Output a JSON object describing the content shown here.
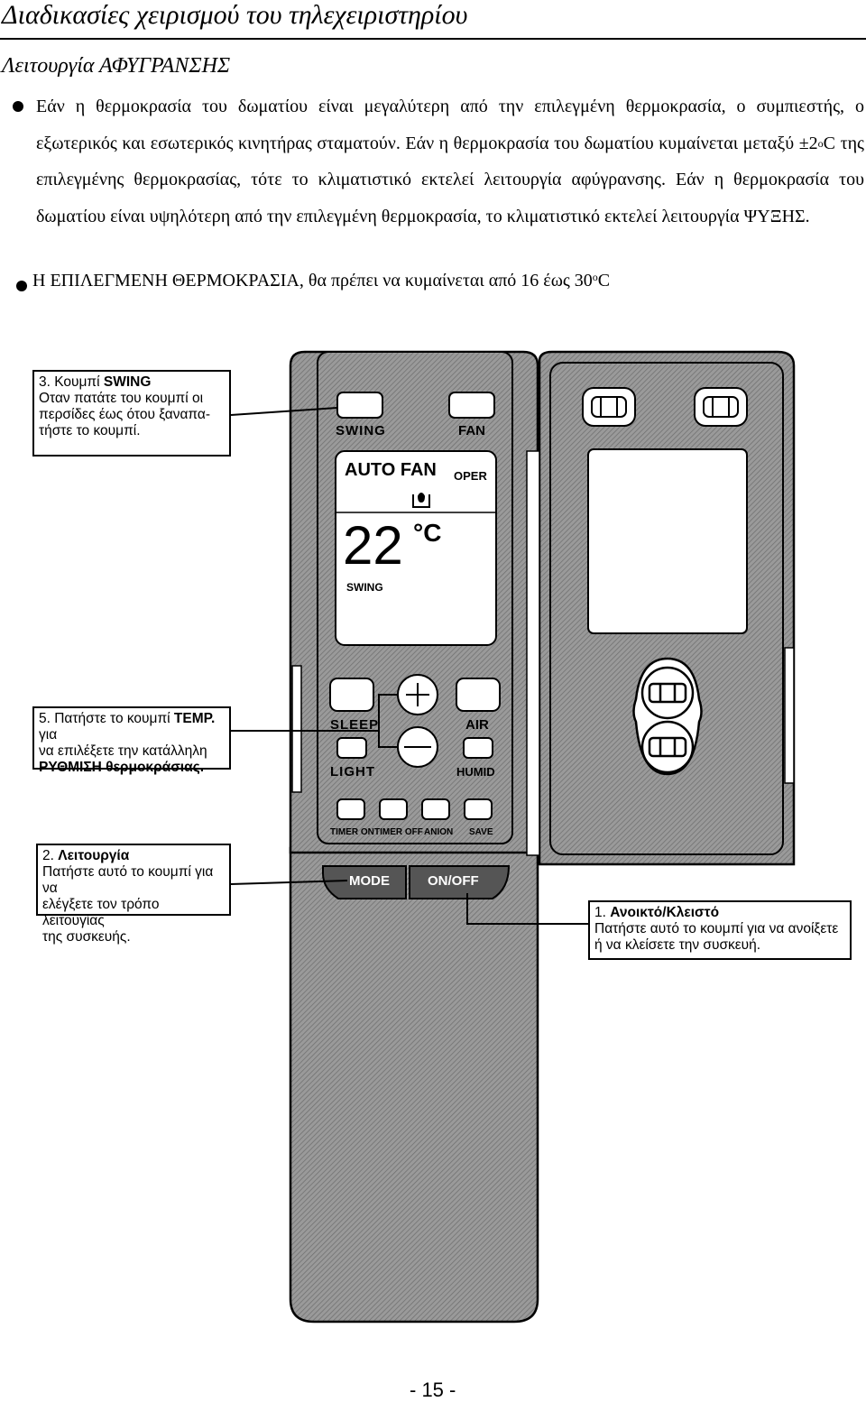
{
  "page": {
    "title": "Διαδικασίες χειρισμού του τηλεχειριστηρίου",
    "section_title": "Λειτουργία ΑΦΥΓΡΑΝΣΗΣ",
    "paragraph1_a": "Εάν η θερμοκρασία του δωματίου είναι μεγαλύτερη από την επιλεγμένη θερμοκρασία, ο συμπιεστής, ο εξωτερικός και εσωτερικός κινητήρας σταματούν. Εάν η θερμοκρασία του δωματίου κυμαίνεται μεταξύ ±2",
    "paragraph1_sup": "ο",
    "paragraph1_b": "C της επιλεγμένης θερμοκρασίας, τότε το κλιματιστικό εκτελεί λειτουργία αφύγρανσης. Εάν η θερμοκρασία του δωματίου είναι υψηλότερη από την επιλεγμένη θερμοκρασία, το κλιματιστικό εκτελεί λειτουργία ΨΥΞΗΣ.",
    "paragraph2_a": "Η ΕΠΙΛΕΓΜΕΝΗ ΘΕΡΜΟΚΡΑΣΙΑ, θα πρέπει να κυμαίνεται από 16 έως 30",
    "paragraph2_sup": "ο",
    "paragraph2_b": "C",
    "page_number": "- 15 -"
  },
  "remote": {
    "swing_label": "SWING",
    "fan_label": "FAN",
    "display_mode": "AUTO FAN",
    "display_oper": "OPER",
    "display_temp": "22",
    "display_unit": "°C",
    "display_swing": "SWING",
    "sleep_label": "SLEEP",
    "air_label": "AIR",
    "light_label": "LIGHT",
    "humid_label": "HUMID",
    "timer_on_label": "TIMER ON",
    "timer_off_label": "TIMER OFF",
    "anion_label": "ANION",
    "save_label": "SAVE",
    "mode_label": "MODE",
    "onoff_label": "ON/OFF"
  },
  "callouts": {
    "swing": {
      "title_prefix": "3. Κουμπί ",
      "title_bold": "SWING",
      "line1": "Οταν πατάτε του κουμπί οι",
      "line2": "περσίδες έως ότου ξαναπα-",
      "line3": "τήστε το κουμπί."
    },
    "temp": {
      "prefix": "5. Πατήστε το κουμπί ",
      "bold1": "TEMP.",
      "suffix": " για",
      "line2": "να επιλέξετε την κατάλληλη",
      "bold2": "ΡΥΘΜΙΣΗ θερμοκράσιας."
    },
    "mode": {
      "number": "2. ",
      "title_bold": "Λειτουργία",
      "line1": "Πατήστε αυτό το κουμπί για να",
      "line2": "ελέγξετε τον τρόπο λειτουγίας",
      "line3": "της συσκευής."
    },
    "power": {
      "number": "1. ",
      "title_bold": "Ανοικτό/Κλειστό",
      "line1": "Πατήστε αυτό το κουμπί για να ανοίξετε",
      "line2": "ή να κλείσετε την συσκευή."
    }
  },
  "colors": {
    "remote_body": "#8c8c8c",
    "remote_outline": "#000000",
    "display_bg": "#ffffff",
    "bottom_buttons": "#555555"
  }
}
